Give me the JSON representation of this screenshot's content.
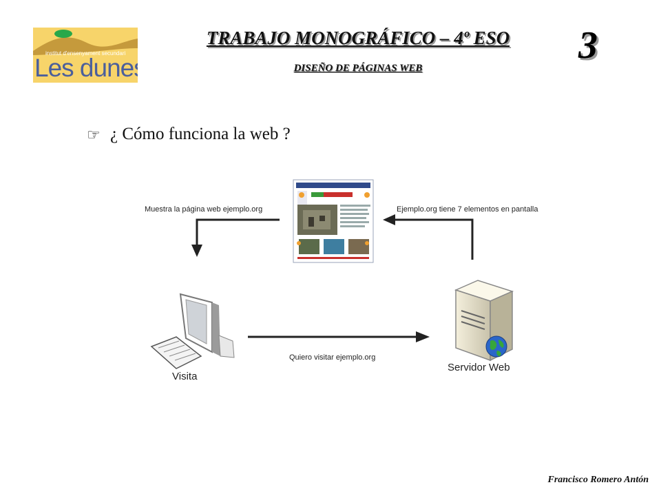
{
  "header": {
    "title": "TRABAJO MONOGRÁFICO – 4º ESO",
    "subtitle": "DISEÑO DE PÁGINAS WEB",
    "page_number": "3"
  },
  "logo": {
    "subtext": "institut d'ensenyament secundari",
    "name": "Les dunes",
    "colors": {
      "background": "#f7d46a",
      "hill": "#c59a3c",
      "dot": "#27a84a",
      "text": "#4b5f9c"
    }
  },
  "content": {
    "bullet_icon": "pointing-hand-icon",
    "question": "¿ Cómo funciona la web ?"
  },
  "diagram": {
    "label_top_left": "Muestra la página web ejemplo.org",
    "label_top_right": "Ejemplo.org tiene 7 elementos en pantalla",
    "label_middle": "Quiero visitar ejemplo.org",
    "client_label": "Visita",
    "server_label": "Servidor Web"
  },
  "footer": {
    "author": "Francisco Romero Antón"
  }
}
